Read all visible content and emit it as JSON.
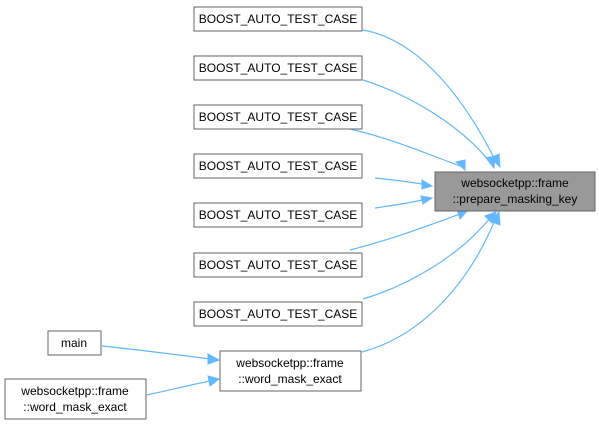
{
  "diagram": {
    "colors": {
      "edge": "#63b8ff",
      "node_border": "#666666",
      "target_fill": "#999999",
      "node_fill": "#ffffff"
    },
    "nodes": {
      "target": {
        "lines": [
          "websocketpp::frame",
          "::prepare_masking_key"
        ]
      },
      "boost1": {
        "lines": [
          "BOOST_AUTO_TEST_CASE"
        ]
      },
      "boost2": {
        "lines": [
          "BOOST_AUTO_TEST_CASE"
        ]
      },
      "boost3": {
        "lines": [
          "BOOST_AUTO_TEST_CASE"
        ]
      },
      "boost4": {
        "lines": [
          "BOOST_AUTO_TEST_CASE"
        ]
      },
      "boost5": {
        "lines": [
          "BOOST_AUTO_TEST_CASE"
        ]
      },
      "boost6": {
        "lines": [
          "BOOST_AUTO_TEST_CASE"
        ]
      },
      "boost7": {
        "lines": [
          "BOOST_AUTO_TEST_CASE"
        ]
      },
      "wme_mid": {
        "lines": [
          "websocketpp::frame",
          "::word_mask_exact"
        ]
      },
      "main": {
        "lines": [
          "main"
        ]
      },
      "wme_left": {
        "lines": [
          "websocketpp::frame",
          "::word_mask_exact"
        ]
      }
    },
    "edges": [
      {
        "from": "boost1",
        "to": "target"
      },
      {
        "from": "boost2",
        "to": "target"
      },
      {
        "from": "boost3",
        "to": "target"
      },
      {
        "from": "boost4",
        "to": "target"
      },
      {
        "from": "boost5",
        "to": "target"
      },
      {
        "from": "boost6",
        "to": "target"
      },
      {
        "from": "boost7",
        "to": "target"
      },
      {
        "from": "wme_mid",
        "to": "target"
      },
      {
        "from": "main",
        "to": "wme_mid"
      },
      {
        "from": "wme_left",
        "to": "wme_mid"
      }
    ]
  }
}
